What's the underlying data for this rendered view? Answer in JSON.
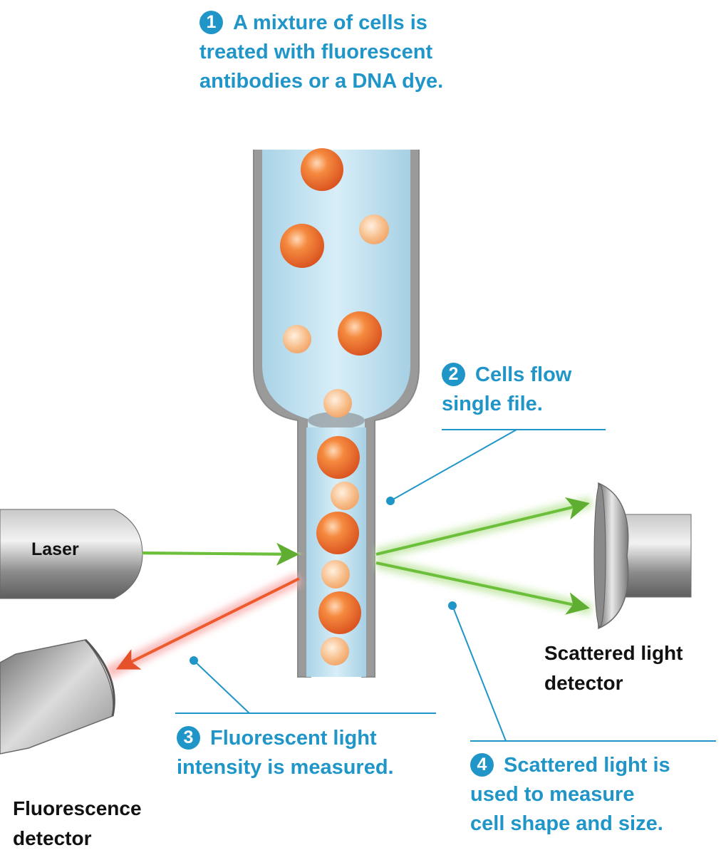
{
  "steps": [
    {
      "number": "1",
      "lines": [
        "A mixture of cells is",
        "treated with fluorescent",
        "antibodies or a DNA dye."
      ]
    },
    {
      "number": "2",
      "lines": [
        "Cells flow",
        "single file."
      ]
    },
    {
      "number": "3",
      "lines": [
        "Fluorescent light",
        "intensity is measured."
      ]
    },
    {
      "number": "4",
      "lines": [
        "Scattered light is",
        "used to measure",
        "cell shape and size."
      ]
    }
  ],
  "components": {
    "laser": "Laser",
    "scattered_detector": [
      "Scattered light",
      "detector"
    ],
    "fluorescence_detector": [
      "Fluorescence",
      "detector"
    ]
  },
  "colors": {
    "callout": "#1f95c8",
    "laser_beam": "#6cbf3a",
    "fluorescent_beam": "#ee5a2c",
    "cell": "#f07a30",
    "tube_fluid": "#bfe0ef"
  }
}
